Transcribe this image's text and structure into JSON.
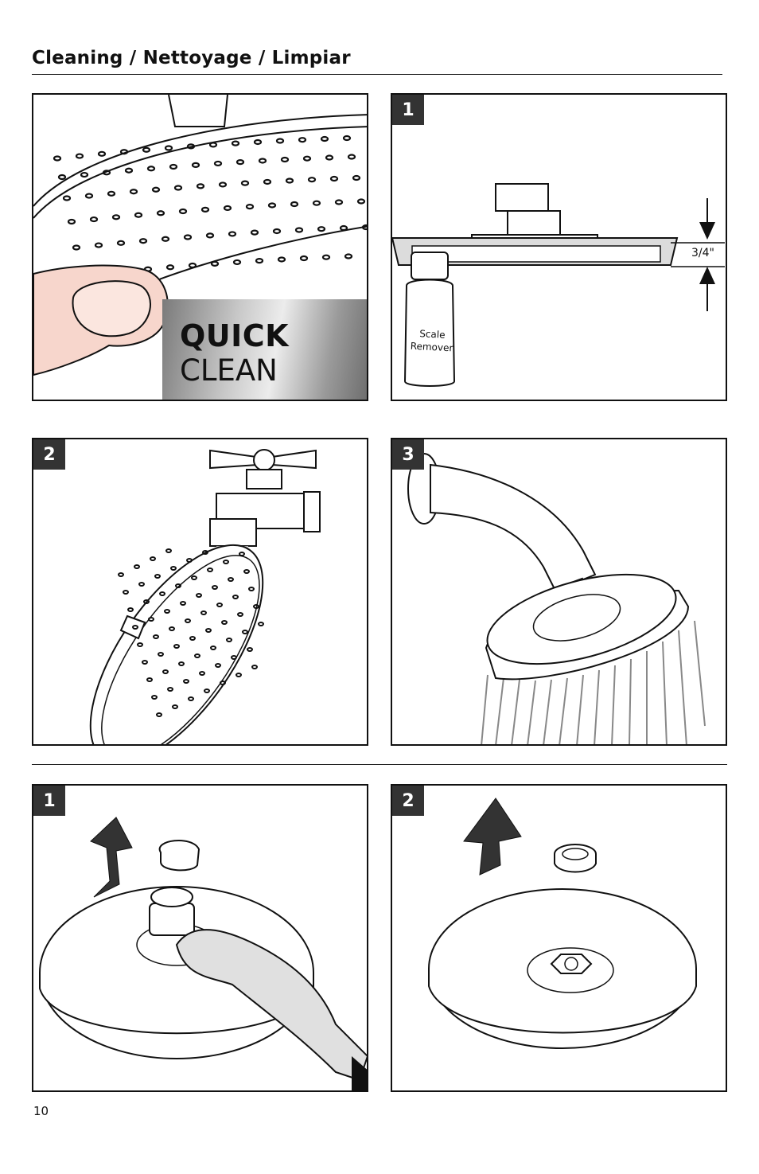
{
  "page_title": "Cleaning / Nettoyage / Limpiar",
  "quick_clean": {
    "line1": "QUICK",
    "line2": "CLEAN"
  },
  "section_a": {
    "steps": [
      {
        "number": "1",
        "bottle_label_line1": "Scale",
        "bottle_label_line2": "Remover",
        "dimension": "3/4\""
      },
      {
        "number": "2"
      },
      {
        "number": "3"
      }
    ]
  },
  "section_b": {
    "steps": [
      {
        "number": "1"
      },
      {
        "number": "2"
      }
    ]
  },
  "page_number": "10",
  "icons": [
    "finger-press-icon",
    "scale-remover-bottle-icon",
    "faucet-icon",
    "shower-arm-icon",
    "up-arrow-icon",
    "rotate-arrow-icon",
    "wrench-icon",
    "filter-washer-icon"
  ]
}
